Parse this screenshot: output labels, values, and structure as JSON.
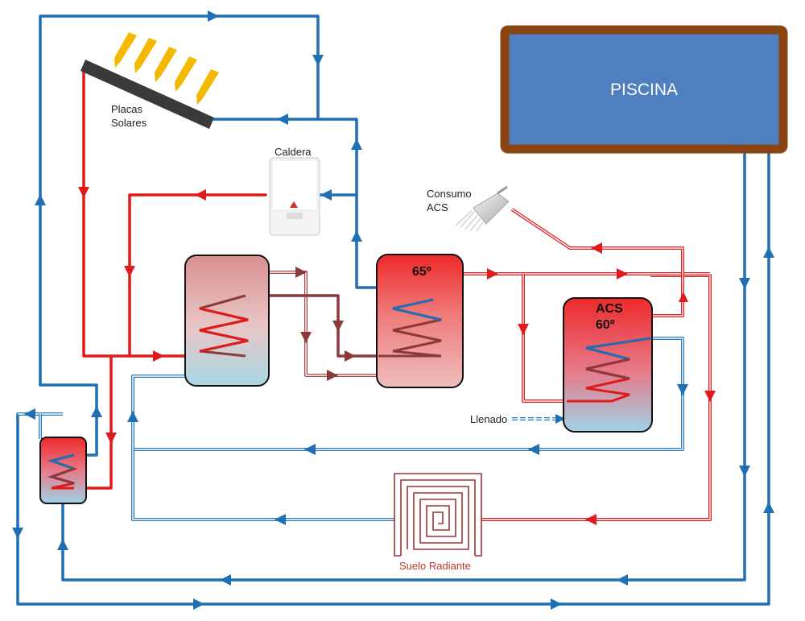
{
  "labels": {
    "pool": "PISCINA",
    "solar_panels_line1": "Placas",
    "solar_panels_line2": "Solares",
    "boiler": "Caldera",
    "dhw_consumption_line1": "Consumo",
    "dhw_consumption_line2": "ACS",
    "tank_buffer_temp": "65º",
    "dhw_tank_line1": "ACS",
    "dhw_tank_line2": "60º",
    "fill": "Llenado",
    "underfloor": "Suelo Radiante"
  },
  "colors": {
    "hot_pipe": "#e01b1b",
    "cold_pipe": "#1f6fb5",
    "warm_pipe": "#8b3a3a",
    "pool_fill": "#4f7fbf",
    "pool_border": "#8b4513",
    "sun_rays": "#f5b800",
    "panel": "#333333"
  },
  "icons": {
    "sun_rays": "sun-rays-icon",
    "solar_panel": "solar-panel-icon",
    "boiler": "boiler-icon",
    "shower": "shower-head-icon"
  }
}
